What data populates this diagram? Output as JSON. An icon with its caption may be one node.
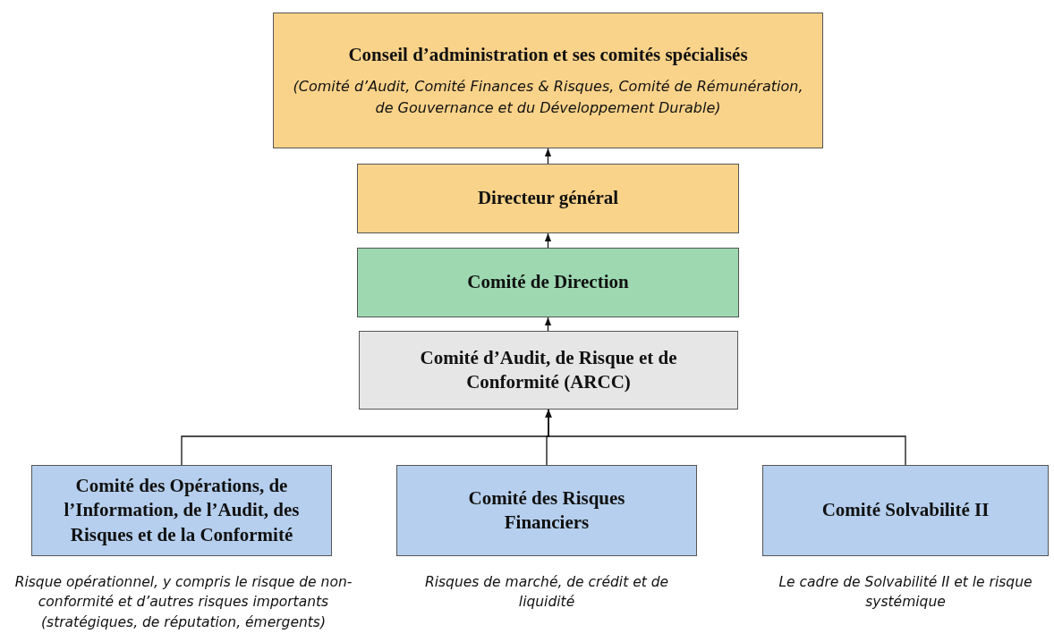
{
  "diagram": {
    "nodes": [
      {
        "text": [
          "Conseil d’administration et ses comités spécialisés",
          "(Comité d’Audit, Comité Finances & Risques, Comité de Rémunération, de Gouvernance et du Développement Durable)"
        ]
      },
      {
        "text": [
          "Directeur général"
        ]
      },
      {
        "text": [
          "Comité de Direction"
        ]
      },
      {
        "text": [
          "Comité d’Audit, de Risque et de Conformité (ARCC)"
        ]
      },
      {
        "text": [
          "Comité des Opérations, de l’Information, de l’Audit, des Risques et de la Conformité"
        ],
        "beside": [
          "Risque opérationnel, y compris le risque de non-conformité et d’autres risques importants (stratégiques, de réputation, émergents)"
        ]
      },
      {
        "text": [
          "Comité des Risques Financiers"
        ],
        "beside": [
          "Risques de marché, de crédit et de liquidité"
        ]
      },
      {
        "text": [
          "Comité Solvabilité II"
        ],
        "beside": [
          "Le cadre de Solvabilité II et le risque systémique"
        ]
      }
    ],
    "edges": [
      {
        "from": 1,
        "to": 0,
        "arrow": "to"
      },
      {
        "from": 2,
        "to": 1,
        "arrow": "to"
      },
      {
        "from": 3,
        "to": 2,
        "arrow": "to"
      },
      {
        "from": 4,
        "to": 3,
        "arrow": "to"
      },
      {
        "from": 5,
        "to": 3,
        "arrow": "to"
      },
      {
        "from": 6,
        "to": 3,
        "arrow": "to"
      }
    ]
  }
}
